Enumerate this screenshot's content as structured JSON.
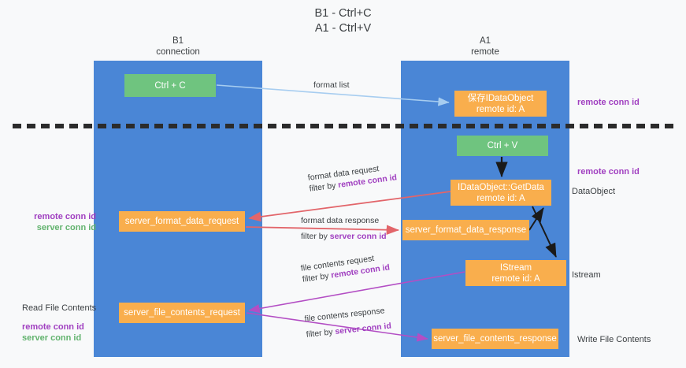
{
  "title": {
    "line1": "B1 - Ctrl+C",
    "line2": "A1 - Ctrl+V"
  },
  "lanes": [
    {
      "id": "b1",
      "name": "B1",
      "subtitle": "connection"
    },
    {
      "id": "a1",
      "name": "A1",
      "subtitle": "remote"
    }
  ],
  "nodes": {
    "ctrl_c": {
      "label": "Ctrl + C",
      "color": "#6fc47f"
    },
    "ctrl_v": {
      "label": "Ctrl + V",
      "color": "#6fc47f"
    },
    "save_idataobject": {
      "line1": "保存IDataObject",
      "line2": "remote id: A",
      "color": "#f9ae4d"
    },
    "getdata": {
      "line1": "IDataObject::GetData",
      "line2": "remote id: A",
      "color": "#f9ae4d"
    },
    "server_format_data_request": {
      "label": "server_format_data_request",
      "color": "#f9ae4d"
    },
    "server_format_data_response": {
      "label": "server_format_data_response",
      "color": "#f9ae4d"
    },
    "istream": {
      "line1": "IStream",
      "line2": "remote id: A",
      "color": "#f9ae4d"
    },
    "server_file_contents_request": {
      "label": "server_file_contents_request",
      "color": "#f9ae4d"
    },
    "server_file_contents_response": {
      "label": "server_file_contents_response",
      "color": "#f9ae4d"
    }
  },
  "edges": {
    "format_list": {
      "label": "format list"
    },
    "format_data_request": {
      "line1": "format data request",
      "filter_prefix": "filter by ",
      "filter_key": "remote conn id"
    },
    "format_data_response": {
      "line1": "format data response",
      "filter_prefix": "filter by ",
      "filter_key": "server conn id"
    },
    "file_contents_request": {
      "line1": "file contents request",
      "filter_prefix": "filter by ",
      "filter_key": "remote conn id"
    },
    "file_contents_response": {
      "line1": "file contents response",
      "filter_prefix": "filter by ",
      "filter_key": "server conn id"
    }
  },
  "annotations": {
    "right": {
      "remote_conn_id_top": "remote conn id",
      "remote_conn_id_mid": "remote conn id",
      "dataobject": "DataObject",
      "istream": "Istream",
      "write_file_contents": "Write File Contents"
    },
    "left": {
      "remote_conn_id_mid": "remote conn id",
      "server_conn_id_mid": "server conn id",
      "read_file_contents": "Read File Contents",
      "remote_conn_id_bottom": "remote conn id",
      "server_conn_id_bottom": "server conn id"
    }
  },
  "colors": {
    "lane": "#4a86d6",
    "green_node": "#6fc47f",
    "orange_node": "#f9ae4d",
    "purple_text": "#a03fc0",
    "green_text": "#62b36e",
    "arrow_blue": "#a7cdf0",
    "arrow_red": "#e2656a",
    "arrow_magenta": "#b34ec4",
    "arrow_black": "#1a1a1a",
    "background": "#f8f9fa"
  }
}
